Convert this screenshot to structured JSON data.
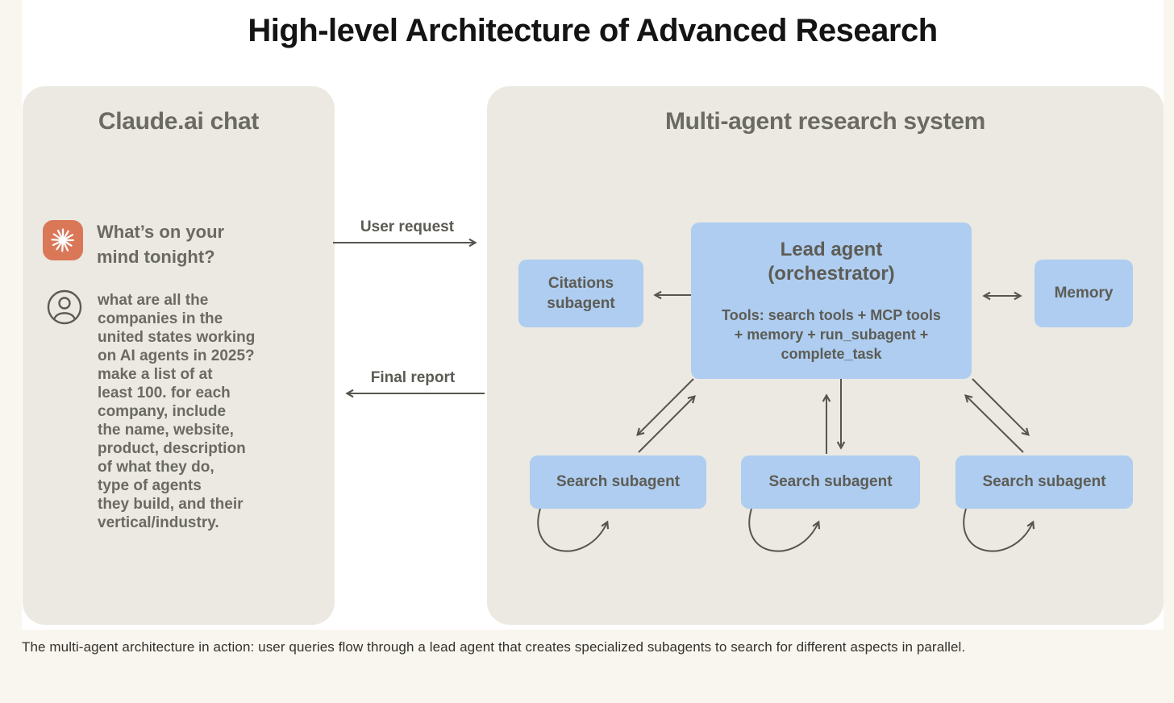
{
  "page": {
    "title": "High-level Architecture of Advanced Research",
    "caption": "The multi-agent architecture in action: user queries flow through a lead agent that creates specialized subagents to search for different aspects in parallel."
  },
  "left_panel": {
    "heading": "Claude.ai chat",
    "assistant_prompt": "What’s on your\nmind tonight?",
    "user_query": "what are all the\ncompanies in the\nunited states working\non AI agents in 2025?\nmake a list of at\nleast 100. for each\ncompany, include\nthe name, website,\nproduct, description\nof what they do,\ntype of agents\nthey build, and their\nvertical/industry.",
    "icons": {
      "assistant": "claude-starburst-icon",
      "user": "user-avatar-icon"
    }
  },
  "flow": {
    "user_request_label": "User request",
    "final_report_label": "Final report"
  },
  "right_panel": {
    "heading": "Multi-agent research system",
    "citations_label": "Citations\nsubagent",
    "lead_title": "Lead agent\n(orchestrator)",
    "lead_tools": "Tools: search tools + MCP tools\n+ memory + run_subagent +\ncomplete_task",
    "memory_label": "Memory",
    "search_label": "Search subagent"
  },
  "colors": {
    "page_background": "#f8f6ef",
    "figure_background": "#ffffff",
    "panel_background": "#ebe9e1",
    "node_background": "#aecdf0",
    "arrow": "#56554f",
    "title_text": "#141414",
    "secondary_text": "#6b6a62",
    "claude_orange": "#d97757"
  }
}
